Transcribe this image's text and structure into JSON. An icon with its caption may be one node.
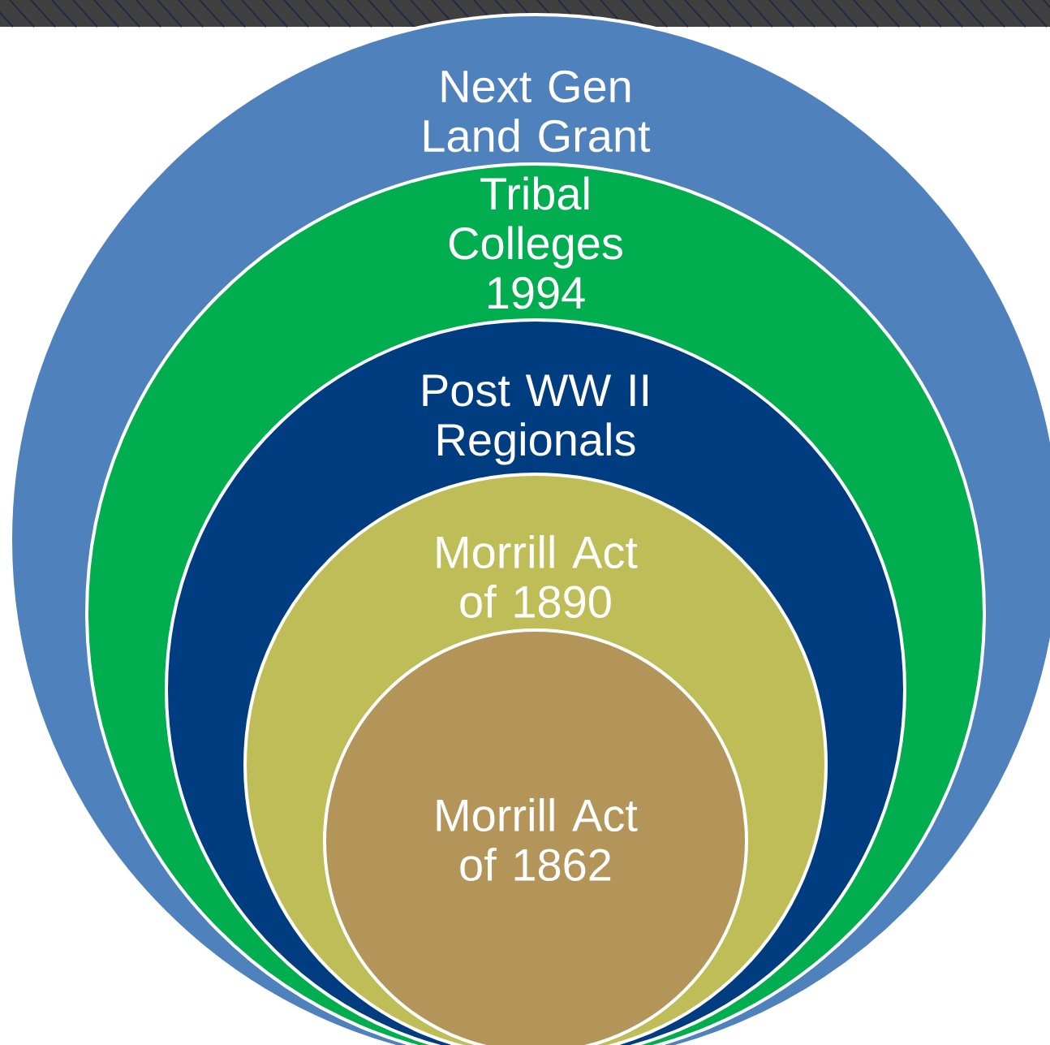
{
  "diagram": {
    "nodes": [
      {
        "text": [
          "Next Gen Land Grant"
        ]
      },
      {
        "text": [
          "Tribal Colleges 1994"
        ],
        "in": 0
      },
      {
        "text": [
          "Post WW II Regionals"
        ],
        "in": 1
      },
      {
        "text": [
          "Morrill Act of 1890"
        ],
        "in": 2
      },
      {
        "text": [
          "Morrill Act of 1862"
        ],
        "in": 3
      }
    ]
  }
}
